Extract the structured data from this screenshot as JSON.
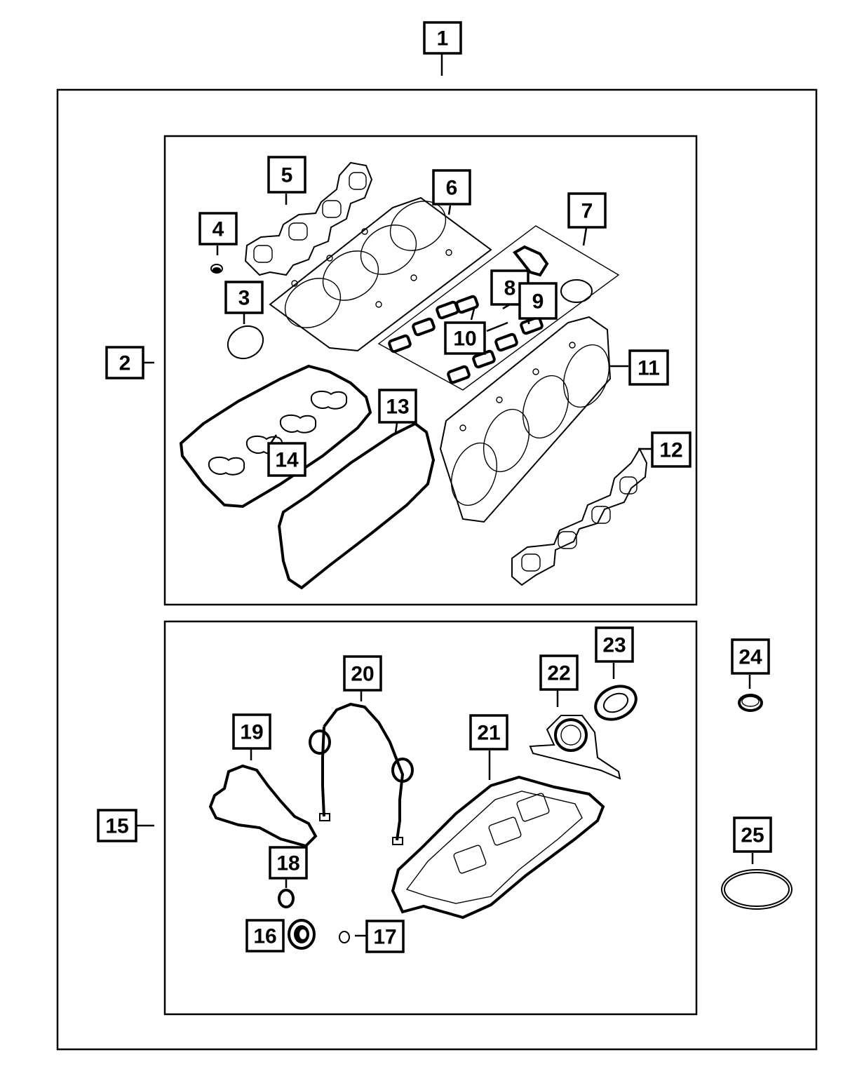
{
  "diagram": {
    "callouts": [
      {
        "id": "callout-1",
        "label": "1"
      },
      {
        "id": "callout-2",
        "label": "2"
      },
      {
        "id": "callout-3",
        "label": "3"
      },
      {
        "id": "callout-4",
        "label": "4"
      },
      {
        "id": "callout-5",
        "label": "5"
      },
      {
        "id": "callout-6",
        "label": "6"
      },
      {
        "id": "callout-7",
        "label": "7"
      },
      {
        "id": "callout-8",
        "label": "8"
      },
      {
        "id": "callout-9",
        "label": "9"
      },
      {
        "id": "callout-10",
        "label": "10"
      },
      {
        "id": "callout-11",
        "label": "11"
      },
      {
        "id": "callout-12",
        "label": "12"
      },
      {
        "id": "callout-13",
        "label": "13"
      },
      {
        "id": "callout-14",
        "label": "14"
      },
      {
        "id": "callout-15",
        "label": "15"
      },
      {
        "id": "callout-16",
        "label": "16"
      },
      {
        "id": "callout-17",
        "label": "17"
      },
      {
        "id": "callout-18",
        "label": "18"
      },
      {
        "id": "callout-19",
        "label": "19"
      },
      {
        "id": "callout-20",
        "label": "20"
      },
      {
        "id": "callout-21",
        "label": "21"
      },
      {
        "id": "callout-22",
        "label": "22"
      },
      {
        "id": "callout-23",
        "label": "23"
      },
      {
        "id": "callout-24",
        "label": "24"
      },
      {
        "id": "callout-25",
        "label": "25"
      }
    ]
  }
}
